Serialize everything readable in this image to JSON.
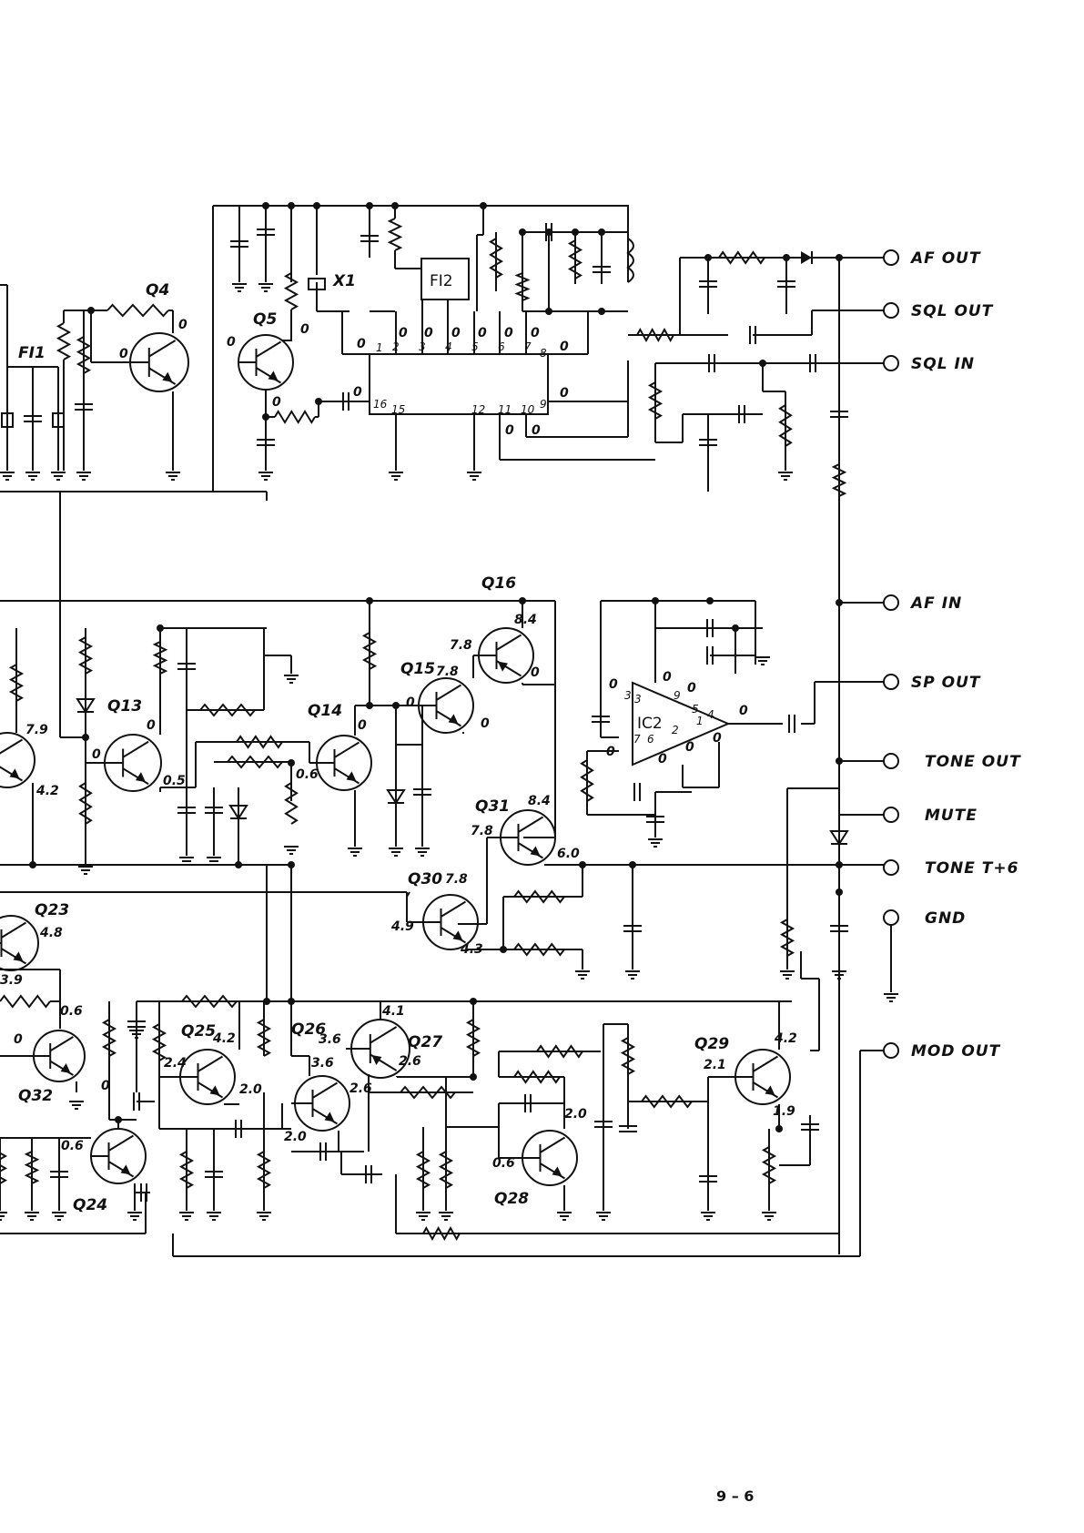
{
  "page": {
    "number": "9 – 6"
  },
  "terminals": [
    {
      "id": "af_out",
      "label": "AF OUT"
    },
    {
      "id": "sql_out",
      "label": "SQL OUT"
    },
    {
      "id": "sql_in",
      "label": "SQL IN"
    },
    {
      "id": "af_in",
      "label": "AF IN"
    },
    {
      "id": "sp_out",
      "label": "SP OUT"
    },
    {
      "id": "tone_out",
      "label": "TONE OUT"
    },
    {
      "id": "mute",
      "label": "MUTE"
    },
    {
      "id": "tone_t6",
      "label": "TONE T+6"
    },
    {
      "id": "gnd",
      "label": "GND"
    },
    {
      "id": "mod_out",
      "label": "MOD OUT"
    }
  ],
  "components": {
    "transistors": [
      "Q4",
      "Q5",
      "Q13",
      "Q14",
      "Q15",
      "Q16",
      "Q23",
      "Q24",
      "Q25",
      "Q26",
      "Q27",
      "Q28",
      "Q29",
      "Q30",
      "Q31",
      "Q32"
    ],
    "ics": [
      "IC2"
    ],
    "filters": [
      "FI1",
      "FI2"
    ],
    "crystals": [
      "X1"
    ]
  },
  "ic1_pins": [
    "1",
    "2",
    "3",
    "4",
    "5",
    "6",
    "7",
    "8",
    "9",
    "10",
    "11",
    "12",
    "15",
    "16"
  ],
  "ic2_pins": [
    "3",
    "3",
    "9",
    "5",
    "4",
    "1",
    "2",
    "7",
    "6"
  ],
  "voltages": {
    "zero": "0",
    "v_7_9": "7.9",
    "v_4_2": "4.2",
    "v_0_5": "0.5",
    "v_0_6": "0.6",
    "v_7_8": "7.8",
    "v_8_4": "8.4",
    "v_6_0": "6.0",
    "v_4_9": "4.9",
    "v_4_3": "4.3",
    "v_4_8": "4.8",
    "v_3_9": "3.9",
    "v_4_1": "4.1",
    "v_3_6": "3.6",
    "v_2_6": "2.6",
    "v_2_4": "2.4",
    "v_2_0": "2.0",
    "v_2_1": "2.1",
    "v_1_9": "1.9"
  }
}
